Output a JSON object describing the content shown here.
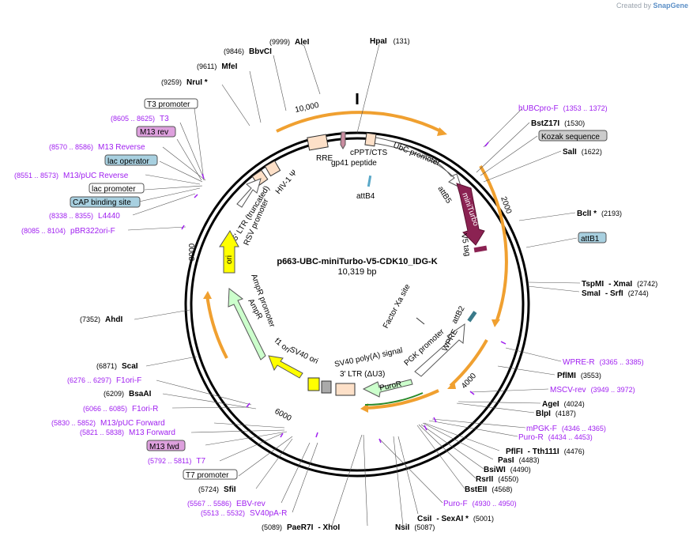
{
  "header": {
    "created_by": "Created by",
    "brand": "SnapGene"
  },
  "plasmid": {
    "name": "p663-UBC-miniTurbo-V5-CDK10_IDG-K",
    "length": "10,319 bp"
  },
  "ruler": [
    "10,000",
    "2000",
    "4000",
    "6000",
    "8000"
  ],
  "features": [
    "UbC promoter",
    "miniTurbo",
    "V5 tag",
    "attB5",
    "attB4",
    "cPPT/CTS",
    "gp41 peptide",
    "RRE",
    "HIV-1 Ψ",
    "5' LTR (truncated)",
    "RSV promoter",
    "ori",
    "AmpR promoter",
    "AmpR",
    "f1 ori",
    "SV40 ori",
    "3' LTR (ΔU3)",
    "SV40 poly(A) signal",
    "PGK promoter",
    "PuroR",
    "WPRE",
    "attB2",
    "Factor Xa site"
  ],
  "sites": {
    "hpaI": {
      "name": "HpaI",
      "pos": "(131)"
    },
    "aleI": {
      "name": "AleI",
      "pos": "(9999)"
    },
    "bbvCI": {
      "name": "BbvCI",
      "pos": "(9846)"
    },
    "mfeI": {
      "name": "MfeI",
      "pos": "(9611)"
    },
    "nruI": {
      "name": "NruI *",
      "pos": "(9259)"
    },
    "t3": {
      "name": "T3",
      "pos": "(8605 .. 8625)"
    },
    "m13rev": {
      "name": "M13 Reverse",
      "pos": "(8570 .. 8586)"
    },
    "m13puc": {
      "name": "M13/pUC Reverse",
      "pos": "(8551 .. 8573)"
    },
    "l4440": {
      "name": "L4440",
      "pos": "(8338 .. 8355)"
    },
    "pbr": {
      "name": "pBR322ori-F",
      "pos": "(8085 .. 8104)"
    },
    "ahdI": {
      "name": "AhdI",
      "pos": "(7352)"
    },
    "scaI": {
      "name": "ScaI",
      "pos": "(6871)"
    },
    "f1orif": {
      "name": "F1ori-F",
      "pos": "(6276 .. 6297)"
    },
    "bsaAI": {
      "name": "BsaAI",
      "pos": "(6209)"
    },
    "f1orir": {
      "name": "F1ori-R",
      "pos": "(6066 .. 6085)"
    },
    "m13pucf": {
      "name": "M13/pUC Forward",
      "pos": "(5830 .. 5852)"
    },
    "m13f": {
      "name": "M13 Forward",
      "pos": "(5821 .. 5838)"
    },
    "t7": {
      "name": "T7",
      "pos": "(5792 .. 5811)"
    },
    "sfiI": {
      "name": "SfiI",
      "pos": "(5724)"
    },
    "ebv": {
      "name": "EBV-rev",
      "pos": "(5567 .. 5586)"
    },
    "sv40pa": {
      "name": "SV40pA-R",
      "pos": "(5513 .. 5532)"
    },
    "paer7i": {
      "name": "PaeR7I",
      "pos": "(5089)"
    },
    "xhoI": {
      "name": "- XhoI"
    },
    "nsiI": {
      "name": "NsiI",
      "pos": "(5087)"
    },
    "csiI": {
      "name": "CsiI",
      "pos": "(5001)"
    },
    "sexAI": {
      "name": "- SexAI *"
    },
    "purof": {
      "name": "Puro-F",
      "pos": "(4930 .. 4950)"
    },
    "bstEII": {
      "name": "BstEII",
      "pos": "(4568)"
    },
    "rsrII": {
      "name": "RsrII",
      "pos": "(4550)"
    },
    "bsiWI": {
      "name": "BsiWI",
      "pos": "(4490)"
    },
    "pasI": {
      "name": "PasI",
      "pos": "(4483)"
    },
    "pflFI": {
      "name": "PflFI",
      "pos": "(4476)"
    },
    "tth": {
      "name": "- Tth111I"
    },
    "puror": {
      "name": "Puro-R",
      "pos": "(4434 .. 4453)"
    },
    "mpgk": {
      "name": "mPGK-F",
      "pos": "(4346 .. 4365)"
    },
    "blpI": {
      "name": "BlpI",
      "pos": "(4187)"
    },
    "ageI": {
      "name": "AgeI",
      "pos": "(4024)"
    },
    "msc": {
      "name": "MSCV-rev",
      "pos": "(3949 .. 3972)"
    },
    "pflMI": {
      "name": "PflMI",
      "pos": "(3553)"
    },
    "wpre": {
      "name": "WPRE-R",
      "pos": "(3365 .. 3385)"
    },
    "tspMI": {
      "name": "TspMI",
      "pos": "(2742)"
    },
    "xmaI": {
      "name": "- XmaI"
    },
    "smaI": {
      "name": "SmaI",
      "pos": "(2744)"
    },
    "srfI": {
      "name": "- SrfI"
    },
    "bclI": {
      "name": "BclI *",
      "pos": "(2193)"
    },
    "salI": {
      "name": "SalI",
      "pos": "(1622)"
    },
    "bstZ": {
      "name": "BstZ17I",
      "pos": "(1530)"
    },
    "hubc": {
      "name": "hUBCpro-F",
      "pos": "(1353 .. 1372)"
    }
  },
  "boxes": {
    "t3promoter": "T3 promoter",
    "m13rev": "M13 rev",
    "lacop": "lac operator",
    "lacprom": "lac promoter",
    "cap": "CAP binding site",
    "kozak": "Kozak sequence",
    "attB1": "attB1",
    "m13fwd": "M13 fwd",
    "t7promoter": "T7 promoter"
  },
  "colors": {
    "primer": "#a020f0",
    "orange": "#f0a030",
    "ori": "#ffff00",
    "amp": "#ccffcc",
    "puro": "#ccffcc",
    "mini": "#8b2252"
  }
}
